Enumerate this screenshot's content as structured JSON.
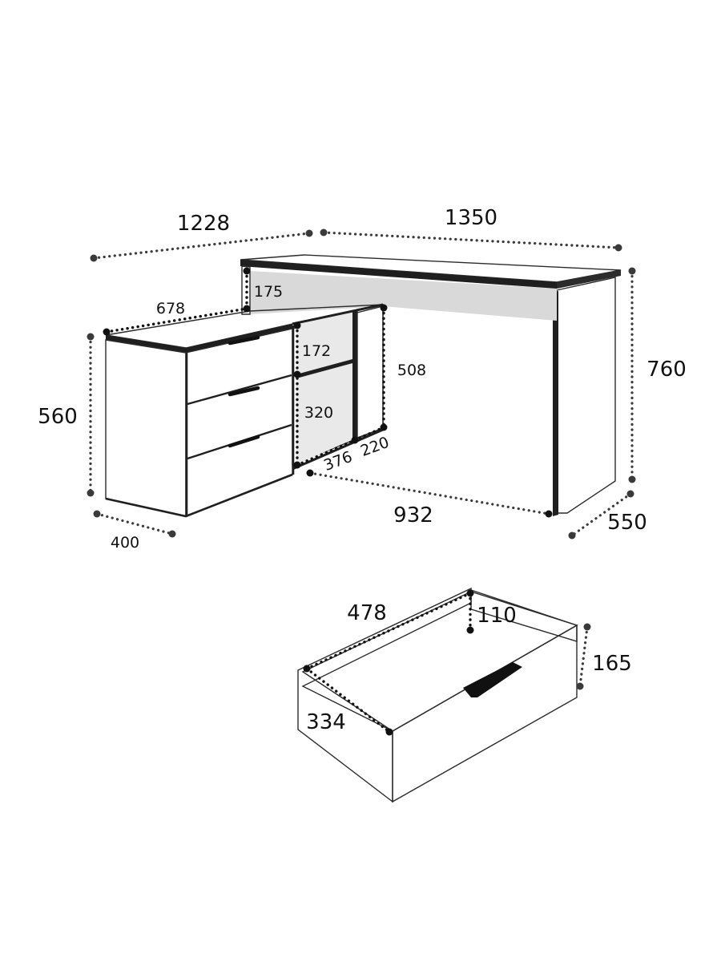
{
  "colors": {
    "panel_light": "#f2f2f2",
    "panel_mid": "#e3e3e3",
    "panel_dark": "#cfcfcf",
    "edge_band": "#1f1f1f",
    "dimension_dots": "#3a3a3a",
    "text": "#111111"
  },
  "dimensions": {
    "desk_left_length": "1228",
    "desk_top_length": "1350",
    "shelf_top_gap": "175",
    "cabinet_depth_top": "678",
    "cabinet_height": "560",
    "shelf_upper": "172",
    "shelf_total_height": "508",
    "shelf_lower": "320",
    "shelf_depth": "376",
    "shelf_width": "220",
    "desk_height": "760",
    "cabinet_width": "400",
    "desk_base_length": "932",
    "desk_depth": "550"
  },
  "drawer_dimensions": {
    "drawer_length": "478",
    "drawer_inner_height": "110",
    "drawer_front_height": "165",
    "drawer_width": "334"
  }
}
